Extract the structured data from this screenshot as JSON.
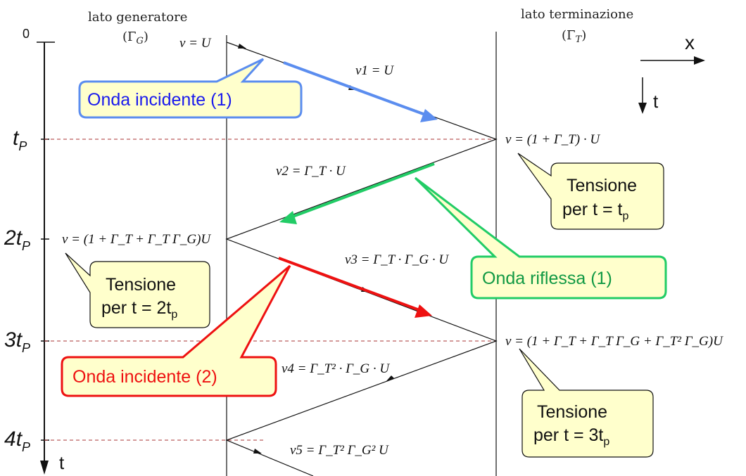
{
  "sides": {
    "generator_label": "lato generatore",
    "generator_gamma": "(Γ",
    "generator_sub": "G",
    "termination_label": "lato terminazione",
    "termination_gamma": "(Γ",
    "termination_sub": "T"
  },
  "axes": {
    "zero": "0",
    "x_label": "x",
    "t_label": "t",
    "t_bottom": "t",
    "ticks": [
      {
        "mult": "",
        "sub": "P"
      },
      {
        "mult": "2",
        "sub": "P"
      },
      {
        "mult": "3",
        "sub": "P"
      },
      {
        "mult": "4",
        "sub": "P"
      }
    ]
  },
  "voltages": {
    "start": "v = U",
    "t_p": "v = (1 + Γ_T) · U",
    "two_t_p": "v = (1 + Γ_T + Γ_T Γ_G)U",
    "three_t_p": "v = (1 + Γ_T + Γ_T Γ_G + Γ_T² Γ_G)U"
  },
  "waves": {
    "v1": "v1 = U",
    "v2": "v2 = Γ_T · U",
    "v3": "v3 = Γ_T · Γ_G · U",
    "v4": "v4 = Γ_T² · Γ_G · U",
    "v5": "v5 = Γ_T² Γ_G² U"
  },
  "callouts": {
    "incident1": "Onda incidente (1)",
    "reflected1": "Onda riflessa (1)",
    "incident2": "Onda incidente (2)",
    "tension_tp": {
      "line1": "Tensione",
      "line2": "per t = t",
      "sub": "p"
    },
    "tension_2tp": {
      "line1": "Tensione",
      "line2": "per t = 2t",
      "sub": "p"
    },
    "tension_3tp": {
      "line1": "Tensione",
      "line2": "per t = 3t",
      "sub": "p"
    }
  },
  "colors": {
    "incident1": "#5b8def",
    "incident1_text": "#1a1aee",
    "reflected1": "#22cc66",
    "reflected1_text": "#119944",
    "incident2": "#ee1111",
    "incident2_text": "#ee1111",
    "callout_fill": "#ffffcc",
    "dashed": "#aa3333"
  }
}
